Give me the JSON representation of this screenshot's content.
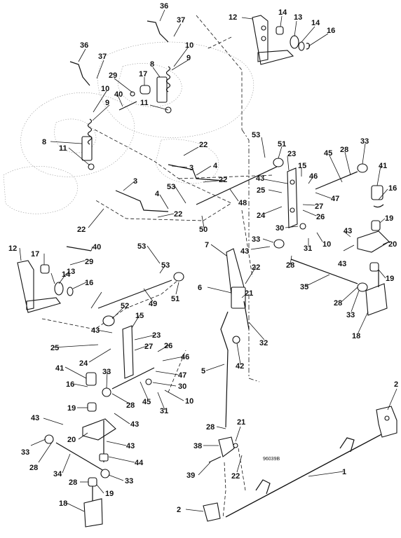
{
  "drawing_code": "96039B",
  "callouts": [
    {
      "id": "c36a",
      "text": "36"
    },
    {
      "id": "c37a",
      "text": "37"
    },
    {
      "id": "c12a",
      "text": "12"
    },
    {
      "id": "c14a",
      "text": "14"
    },
    {
      "id": "c13a",
      "text": "13"
    },
    {
      "id": "c14b",
      "text": "14"
    },
    {
      "id": "c16a",
      "text": "16"
    },
    {
      "id": "c36b",
      "text": "36"
    },
    {
      "id": "c37b",
      "text": "37"
    },
    {
      "id": "c10a",
      "text": "10"
    },
    {
      "id": "c9a",
      "text": "9"
    },
    {
      "id": "c8a",
      "text": "8"
    },
    {
      "id": "c29a",
      "text": "29"
    },
    {
      "id": "c17a",
      "text": "17"
    },
    {
      "id": "c10b",
      "text": "10"
    },
    {
      "id": "c40a",
      "text": "40"
    },
    {
      "id": "c9b",
      "text": "9"
    },
    {
      "id": "c11a",
      "text": "11"
    },
    {
      "id": "c8b",
      "text": "8"
    },
    {
      "id": "c11b",
      "text": "11"
    },
    {
      "id": "c53a",
      "text": "53"
    },
    {
      "id": "c51a",
      "text": "51"
    },
    {
      "id": "c23a",
      "text": "23"
    },
    {
      "id": "c45a",
      "text": "45"
    },
    {
      "id": "c28a",
      "text": "28"
    },
    {
      "id": "c33a",
      "text": "33"
    },
    {
      "id": "c22a",
      "text": "22"
    },
    {
      "id": "c3a",
      "text": "3"
    },
    {
      "id": "c4a",
      "text": "4"
    },
    {
      "id": "c15a",
      "text": "15"
    },
    {
      "id": "c46a",
      "text": "46"
    },
    {
      "id": "c41a",
      "text": "41"
    },
    {
      "id": "c22b",
      "text": "22"
    },
    {
      "id": "c43a",
      "text": "43"
    },
    {
      "id": "c25a",
      "text": "25"
    },
    {
      "id": "c47a",
      "text": "47"
    },
    {
      "id": "c16b",
      "text": "16"
    },
    {
      "id": "c3b",
      "text": "3"
    },
    {
      "id": "c53b",
      "text": "53"
    },
    {
      "id": "c4b",
      "text": "4"
    },
    {
      "id": "c48a",
      "text": "48"
    },
    {
      "id": "c27a",
      "text": "27"
    },
    {
      "id": "c24a",
      "text": "24"
    },
    {
      "id": "c26a",
      "text": "26"
    },
    {
      "id": "c22c",
      "text": "22"
    },
    {
      "id": "c50a",
      "text": "50"
    },
    {
      "id": "c22d",
      "text": "22"
    },
    {
      "id": "c19a",
      "text": "19"
    },
    {
      "id": "c30a",
      "text": "30"
    },
    {
      "id": "c43b",
      "text": "43"
    },
    {
      "id": "c10c",
      "text": "10"
    },
    {
      "id": "c33b",
      "text": "33"
    },
    {
      "id": "c31a",
      "text": "31"
    },
    {
      "id": "c20a",
      "text": "20"
    },
    {
      "id": "c43c",
      "text": "43"
    },
    {
      "id": "c12b",
      "text": "12"
    },
    {
      "id": "c40b",
      "text": "40"
    },
    {
      "id": "c17b",
      "text": "17"
    },
    {
      "id": "c29b",
      "text": "29"
    },
    {
      "id": "c53c",
      "text": "53"
    },
    {
      "id": "c7a",
      "text": "7"
    },
    {
      "id": "c43d",
      "text": "43"
    },
    {
      "id": "c22e",
      "text": "22"
    },
    {
      "id": "c28b",
      "text": "28"
    },
    {
      "id": "c19b",
      "text": "19"
    },
    {
      "id": "c14c",
      "text": "14"
    },
    {
      "id": "c13b",
      "text": "13"
    },
    {
      "id": "c16c",
      "text": "16"
    },
    {
      "id": "c6a",
      "text": "6"
    },
    {
      "id": "c21a",
      "text": "21"
    },
    {
      "id": "c35a",
      "text": "35"
    },
    {
      "id": "c53d",
      "text": "53"
    },
    {
      "id": "c49a",
      "text": "49"
    },
    {
      "id": "c51b",
      "text": "51"
    },
    {
      "id": "c28c",
      "text": "28"
    },
    {
      "id": "c33c",
      "text": "33"
    },
    {
      "id": "c52a",
      "text": "52"
    },
    {
      "id": "c15b",
      "text": "15"
    },
    {
      "id": "c18a",
      "text": "18"
    },
    {
      "id": "c43e",
      "text": "43"
    },
    {
      "id": "c23b",
      "text": "23"
    },
    {
      "id": "c32a",
      "text": "32"
    },
    {
      "id": "c27b",
      "text": "27"
    },
    {
      "id": "c26b",
      "text": "26"
    },
    {
      "id": "c25b",
      "text": "25"
    },
    {
      "id": "c24b",
      "text": "24"
    },
    {
      "id": "c46b",
      "text": "46"
    },
    {
      "id": "c42a",
      "text": "42"
    },
    {
      "id": "c41b",
      "text": "41"
    },
    {
      "id": "c33d",
      "text": "33"
    },
    {
      "id": "c47b",
      "text": "47"
    },
    {
      "id": "c5a",
      "text": "5"
    },
    {
      "id": "c30b",
      "text": "30"
    },
    {
      "id": "c16d",
      "text": "16"
    },
    {
      "id": "c28d",
      "text": "28"
    },
    {
      "id": "c45b",
      "text": "45"
    },
    {
      "id": "c31b",
      "text": "31"
    },
    {
      "id": "c10d",
      "text": "10"
    },
    {
      "id": "c2a",
      "text": "2"
    },
    {
      "id": "c19c",
      "text": "19"
    },
    {
      "id": "c43f",
      "text": "43"
    },
    {
      "id": "c43g",
      "text": "43"
    },
    {
      "id": "c28e",
      "text": "28"
    },
    {
      "id": "c21b",
      "text": "21"
    },
    {
      "id": "c20b",
      "text": "20"
    },
    {
      "id": "c33e",
      "text": "33"
    },
    {
      "id": "c43h",
      "text": "43"
    },
    {
      "id": "c38a",
      "text": "38"
    },
    {
      "id": "c28f",
      "text": "28"
    },
    {
      "id": "c44a",
      "text": "44"
    },
    {
      "id": "c34a",
      "text": "34"
    },
    {
      "id": "c39a",
      "text": "39"
    },
    {
      "id": "c22f",
      "text": "22"
    },
    {
      "id": "c1a",
      "text": "1"
    },
    {
      "id": "c28g",
      "text": "28"
    },
    {
      "id": "c33f",
      "text": "33"
    },
    {
      "id": "c19d",
      "text": "19"
    },
    {
      "id": "c18b",
      "text": "18"
    },
    {
      "id": "c2b",
      "text": "2"
    }
  ]
}
